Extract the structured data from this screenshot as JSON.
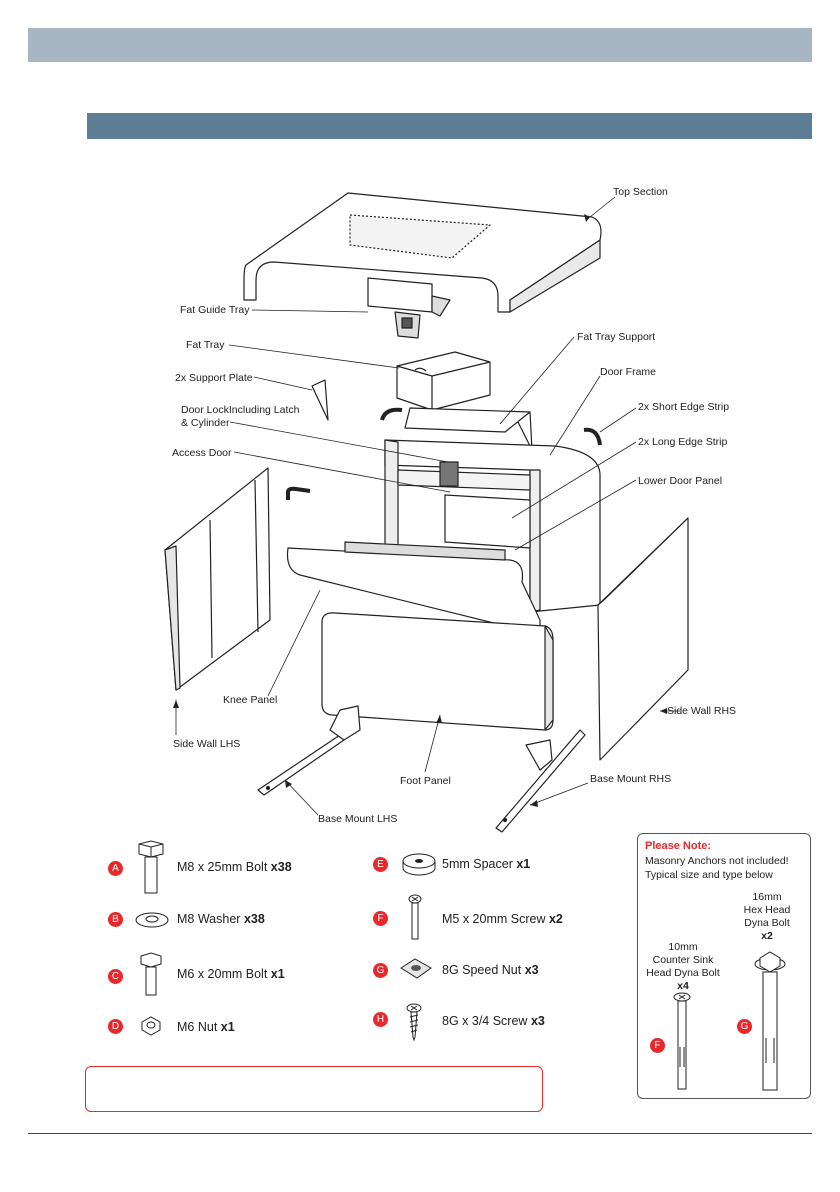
{
  "diagram_labels": {
    "top_section": "Top Section",
    "fat_guide_tray": "Fat Guide Tray",
    "fat_tray": "Fat Tray",
    "fat_tray_support": "Fat Tray Support",
    "door_frame": "Door Frame",
    "support_plate": "2x Support Plate",
    "short_edge_strip": "2x Short Edge Strip",
    "door_lock_1": "Door LockIncluding Latch",
    "door_lock_2": "& Cylinder",
    "long_edge_strip": "2x Long Edge Strip",
    "access_door": "Access Door",
    "lower_door_panel": "Lower Door Panel",
    "knee_panel": "Knee Panel",
    "side_wall_rhs": "Side Wall RHS",
    "side_wall_lhs": "Side Wall LHS",
    "foot_panel": "Foot Panel",
    "base_mount_rhs": "Base Mount RHS",
    "base_mount_lhs": "Base Mount LHS"
  },
  "parts": [
    {
      "letter": "A",
      "name": "M8 x 25mm Bolt",
      "qty": "x38",
      "icon": "hex-bolt-icon"
    },
    {
      "letter": "B",
      "name": "M8 Washer",
      "qty": "x38",
      "icon": "washer-icon"
    },
    {
      "letter": "C",
      "name": "M6 x 20mm Bolt",
      "qty": "x1",
      "icon": "hex-bolt-icon"
    },
    {
      "letter": "D",
      "name": "M6 Nut",
      "qty": "x1",
      "icon": "nut-icon"
    },
    {
      "letter": "E",
      "name": "5mm Spacer",
      "qty": "x1",
      "icon": "spacer-icon"
    },
    {
      "letter": "F",
      "name": "M5 x 20mm Screw",
      "qty": "x2",
      "icon": "screw-icon"
    },
    {
      "letter": "G",
      "name": "8G Speed Nut",
      "qty": "x3",
      "icon": "speed-nut-icon"
    },
    {
      "letter": "H",
      "name": "8G x 3/4 Screw",
      "qty": "x3",
      "icon": "self-tapping-screw-icon"
    }
  ],
  "please_note": {
    "title": "Please Note:",
    "line1": "Masonry Anchors not included!",
    "line2": "Typical size and type below",
    "anchor_f": {
      "l1": "10mm",
      "l2": "Counter Sink",
      "l3": "Head Dyna Bolt",
      "qty": "x4",
      "letter": "F"
    },
    "anchor_g": {
      "l1": "16mm",
      "l2": "Hex Head",
      "l3": "Dyna Bolt",
      "qty": "x2",
      "letter": "G"
    }
  },
  "colors": {
    "badge": "#e8282b",
    "header_bar": "#a8b5c3",
    "section_bar": "#5d7e95"
  }
}
